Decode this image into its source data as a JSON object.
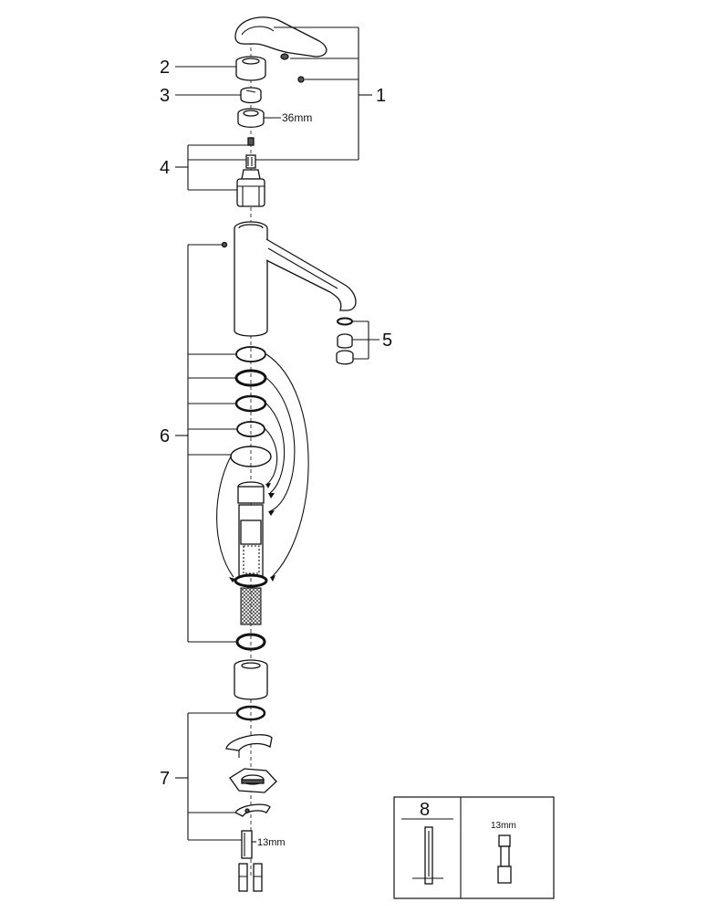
{
  "diagram": {
    "callouts": {
      "c1": "1",
      "c2": "2",
      "c3": "3",
      "c4": "4",
      "c5": "5",
      "c6": "6",
      "c7": "7",
      "c8": "8"
    },
    "dims": {
      "nut_size": "36mm",
      "bottom_size": "13mm",
      "inset_size": "13mm"
    }
  }
}
